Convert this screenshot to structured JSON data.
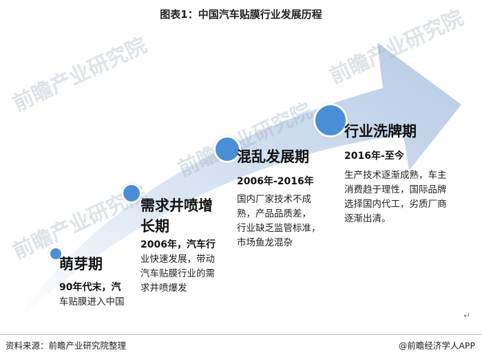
{
  "title": "图表1：中国汽车贴膜行业发展历程",
  "watermarks": [
    "前瞻产业研究院",
    "前瞻产业研究院",
    "前瞻产业研究院",
    "前瞻产业研究院"
  ],
  "stages": [
    {
      "name": "萌芽期",
      "period": "90年代末，汽",
      "desc": [
        "车贴膜进入中国"
      ]
    },
    {
      "name": "需求井喷增",
      "name2": "长期",
      "period": "2006年，汽车行",
      "desc": [
        "业快速发展，带动",
        "汽车贴膜行业的需",
        "求井喷爆发"
      ]
    },
    {
      "name": "混乱发展期",
      "period": "2006年-2016年",
      "desc": [
        "国内厂家技术不成",
        "熟，产品品质差，",
        "行业缺乏监管标准，",
        "市场鱼龙混杂"
      ]
    },
    {
      "name": "行业洗牌期",
      "period": "2016年-至今",
      "desc": [
        "生产技术逐渐成熟，车主",
        "消费趋于理性，国际品牌",
        "选择国内代工，劣质厂商",
        "逐渐出清。"
      ]
    }
  ],
  "footer": {
    "source": "资料来源：前瞻产业研究院整理",
    "brand": "@前瞻经济学人APP"
  },
  "para_mark": "↵",
  "colors": {
    "arrow_light": "#eef3fa",
    "arrow_mid": "#b9cde6",
    "dot": "#4a8fd6"
  }
}
